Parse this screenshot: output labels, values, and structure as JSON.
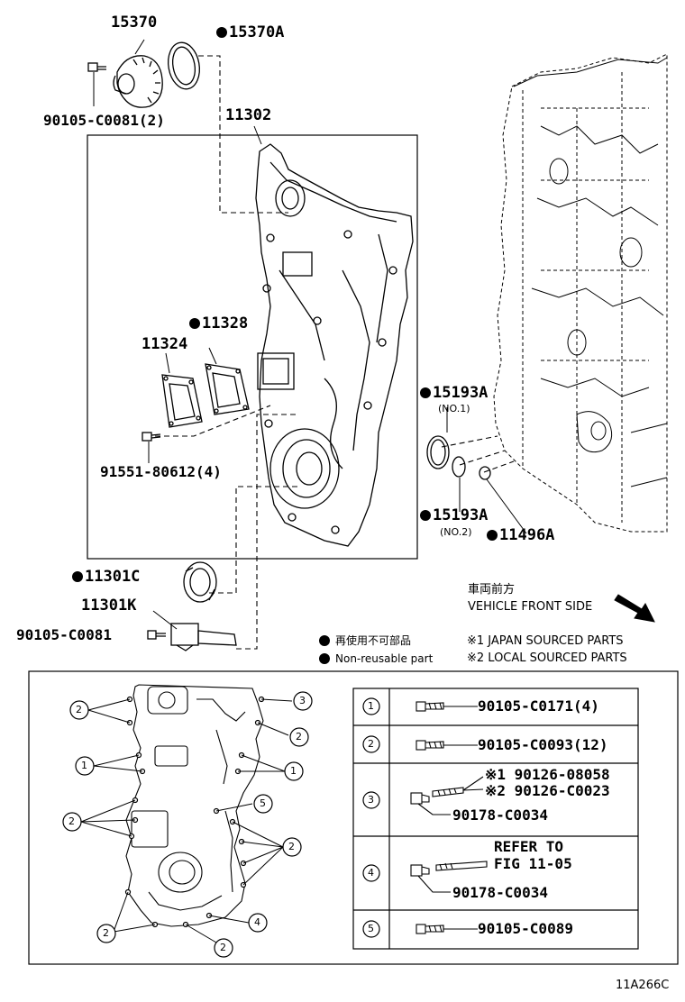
{
  "labels": {
    "p15370": "15370",
    "p15370A": "15370A",
    "p90105_c0081_2": "90105-C0081(2)",
    "p11302": "11302",
    "p11328": "11328",
    "p11324": "11324",
    "p91551": "91551-80612(4)",
    "p15193A_1": "15193A",
    "no1": "(NO.1)",
    "p15193A_2": "15193A",
    "no2": "(NO.2)",
    "p11496A": "11496A",
    "p11301C": "11301C",
    "p11301K": "11301K",
    "p90105_c0081": "90105-C0081"
  },
  "direction": {
    "jp": "車両前方",
    "en": "VEHICLE FRONT SIDE"
  },
  "legend": {
    "nonreusable_jp": "再使用不可部品",
    "nonreusable_en": "Non-reusable part",
    "japan_sourced": "※1 JAPAN SOURCED PARTS",
    "local_sourced": "※2 LOCAL SOURCED PARTS"
  },
  "bolt_table": [
    {
      "num": "1",
      "lines": [
        "90105-C0171(4)"
      ]
    },
    {
      "num": "2",
      "lines": [
        "90105-C0093(12)"
      ]
    },
    {
      "num": "3",
      "lines": [
        "※1 90126-08058",
        "※2 90126-C0023",
        "90178-C0034"
      ]
    },
    {
      "num": "4",
      "lines": [
        "REFER TO",
        "FIG 11-05",
        "90178-C0034"
      ]
    },
    {
      "num": "5",
      "lines": [
        "90105-C0089"
      ]
    }
  ],
  "callouts": [
    "2",
    "3",
    "2",
    "1",
    "1",
    "5",
    "2",
    "2",
    "2",
    "4",
    "2"
  ],
  "figure_code": "11A266C"
}
